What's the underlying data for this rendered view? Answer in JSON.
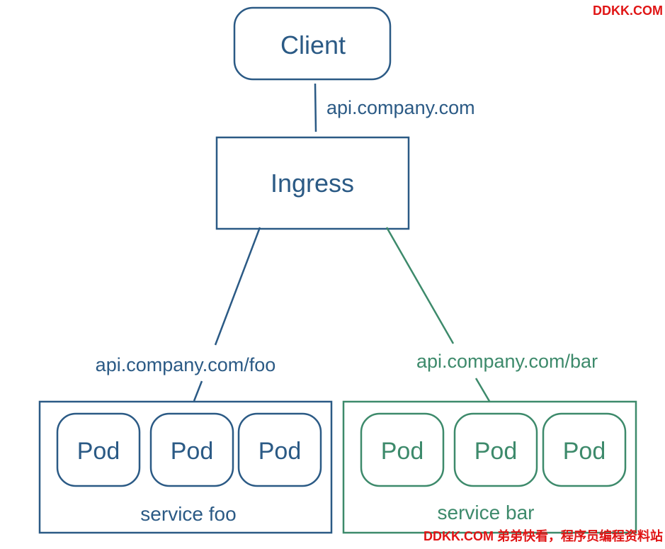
{
  "watermark": {
    "top": "DDKK.COM",
    "bottom": "DDKK.COM 弟弟快看，程序员编程资料站"
  },
  "colors": {
    "blue": "#2b5a85",
    "green": "#3d8a6b"
  },
  "nodes": {
    "client": "Client",
    "ingress": "Ingress",
    "service_foo": {
      "label": "service foo",
      "pods": [
        "Pod",
        "Pod",
        "Pod"
      ]
    },
    "service_bar": {
      "label": "service bar",
      "pods": [
        "Pod",
        "Pod",
        "Pod"
      ]
    }
  },
  "edges": {
    "client_to_ingress": "api.company.com",
    "ingress_to_foo": "api.company.com/foo",
    "ingress_to_bar": "api.company.com/bar"
  }
}
